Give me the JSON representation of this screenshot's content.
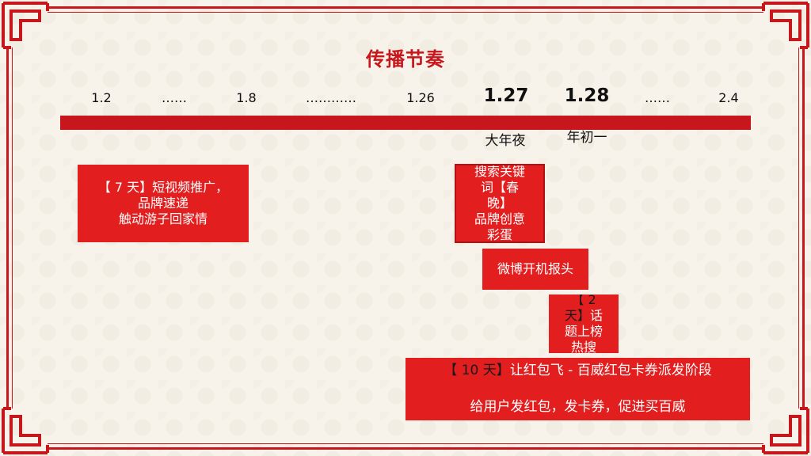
{
  "title": "传播节奏",
  "timeline": {
    "dates": [
      "1.2",
      "……",
      "1.8",
      "…………",
      "1.26",
      "1.27",
      "1.28",
      "……",
      "2.4"
    ],
    "day_labels": {
      "d127": "大年夜",
      "d128": "年初一"
    }
  },
  "boxes": {
    "short_video": {
      "tag": "【 7 天】",
      "text": "短视频推广，\n品牌速递\n触动游子回家情"
    },
    "spring_gala": {
      "text": "搜索关键\n词【春\n晚】\n品牌创意\n彩蛋"
    },
    "weibo": {
      "text": "微博开机报头"
    },
    "trending": {
      "tag": "【 2\n天】",
      "text": "话\n题上榜\n热搜"
    },
    "red_packet": {
      "tag": "【 10 天】",
      "line1": "让红包飞 - 百威红包卡券派发阶段",
      "line2": "给用户发红包，发卡券，促进买百威"
    }
  },
  "colors": {
    "accent": "#c8161d",
    "box": "#e21e1f",
    "background": "#f7f3ea"
  }
}
